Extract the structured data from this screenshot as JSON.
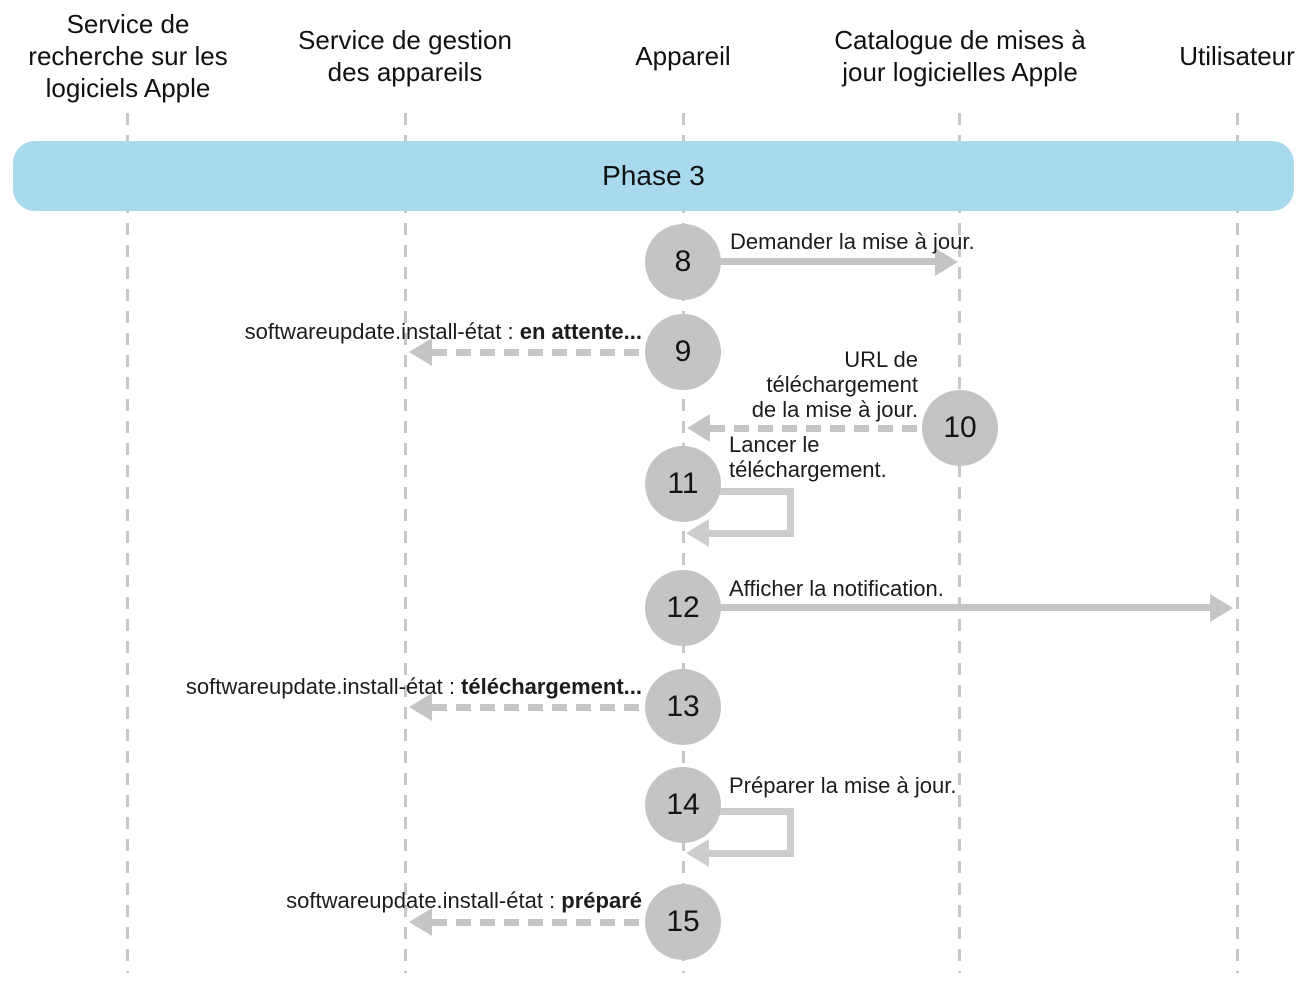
{
  "diagram": {
    "phase": {
      "label": "Phase 3"
    },
    "colors": {
      "phase_band": "#a9d9ec",
      "step_circle": "#c4c4c4",
      "arrow": "#c5c5c5",
      "self_loop": "#cdcdcd",
      "lifeline": "#c7c7c7",
      "text": "#1c1c1e"
    },
    "lifelines": [
      {
        "label": "Service de recherche sur les logiciels Apple"
      },
      {
        "label": "Service de gestion des appareils"
      },
      {
        "label": "Appareil"
      },
      {
        "label": "Catalogue de mises à jour logicielles Apple"
      },
      {
        "label": "Utilisateur"
      }
    ],
    "steps": [
      {
        "number": "8",
        "label": "Demander la mise à jour.",
        "style": "solid",
        "from": "Appareil",
        "to": "Catalogue de mises à jour logicielles Apple"
      },
      {
        "number": "9",
        "label_prefix": "softwareupdate.install-état : ",
        "label_bold": "en attente...",
        "style": "dashed",
        "from": "Appareil",
        "to": "Service de gestion des appareils"
      },
      {
        "number": "10",
        "label": "URL de téléchargement de la mise à jour.",
        "style": "dashed",
        "from": "Catalogue de mises à jour logicielles Apple",
        "to": "Appareil"
      },
      {
        "number": "11",
        "label": "Lancer le téléchargement.",
        "style": "self-loop",
        "from": "Appareil",
        "to": "Appareil"
      },
      {
        "number": "12",
        "label": "Afficher la notification.",
        "style": "solid",
        "from": "Appareil",
        "to": "Utilisateur"
      },
      {
        "number": "13",
        "label_prefix": "softwareupdate.install-état : ",
        "label_bold": "téléchargement...",
        "style": "dashed",
        "from": "Appareil",
        "to": "Service de gestion des appareils"
      },
      {
        "number": "14",
        "label": "Préparer la mise à jour.",
        "style": "self-loop",
        "from": "Appareil",
        "to": "Appareil"
      },
      {
        "number": "15",
        "label_prefix": "softwareupdate.install-état : ",
        "label_bold": "préparé",
        "style": "dashed",
        "from": "Appareil",
        "to": "Service de gestion des appareils"
      }
    ]
  }
}
